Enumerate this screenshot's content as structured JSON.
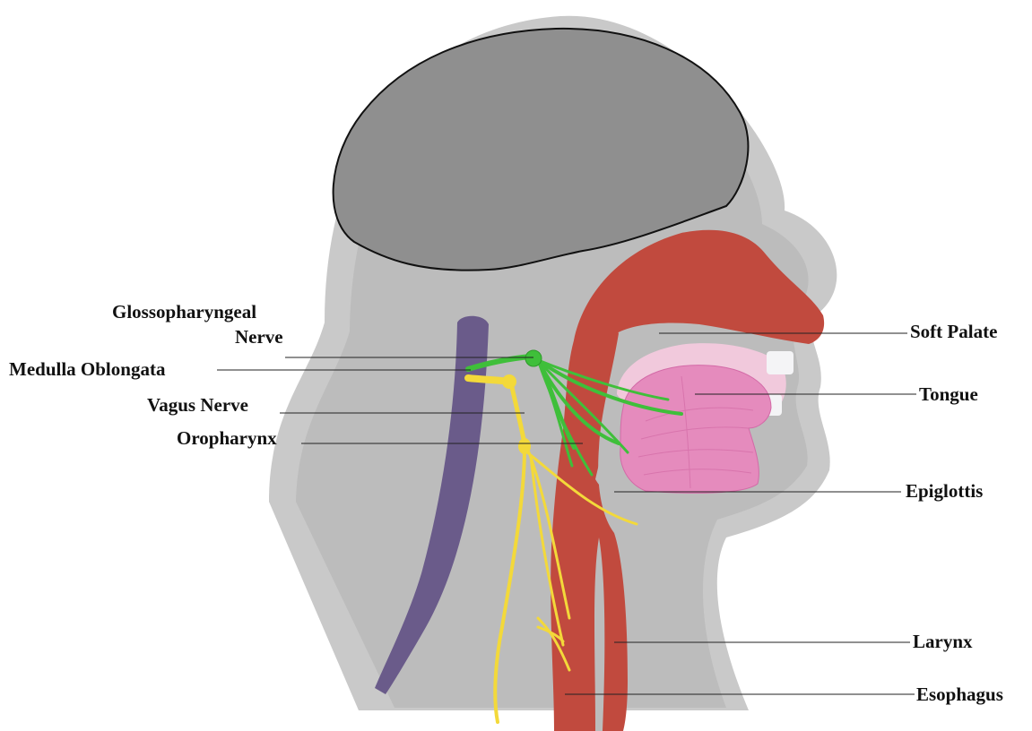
{
  "colors": {
    "background": "#ffffff",
    "head_outer": "#c9c9c9",
    "head_inner": "#bcbcbc",
    "brain": "#8f8f8f",
    "spine": "#6a5b8a",
    "muscle_red": "#c14a3e",
    "palate_light": "#f1c9dc",
    "tongue": "#e58bbd",
    "teeth": "#f4f4f6",
    "glossopharyngeal": "#3fbf3a",
    "vagus": "#f3d93a",
    "leader_line": "#222222"
  },
  "labels": {
    "glossopharyngeal_1": "Glossopharyngeal",
    "glossopharyngeal_2": "Nerve",
    "medulla": "Medulla Oblongata",
    "vagus": "Vagus Nerve",
    "oropharynx": "Oropharynx",
    "soft_palate": "Soft Palate",
    "tongue": "Tongue",
    "epiglottis": "Epiglottis",
    "larynx": "Larynx",
    "esophagus": "Esophagus"
  }
}
